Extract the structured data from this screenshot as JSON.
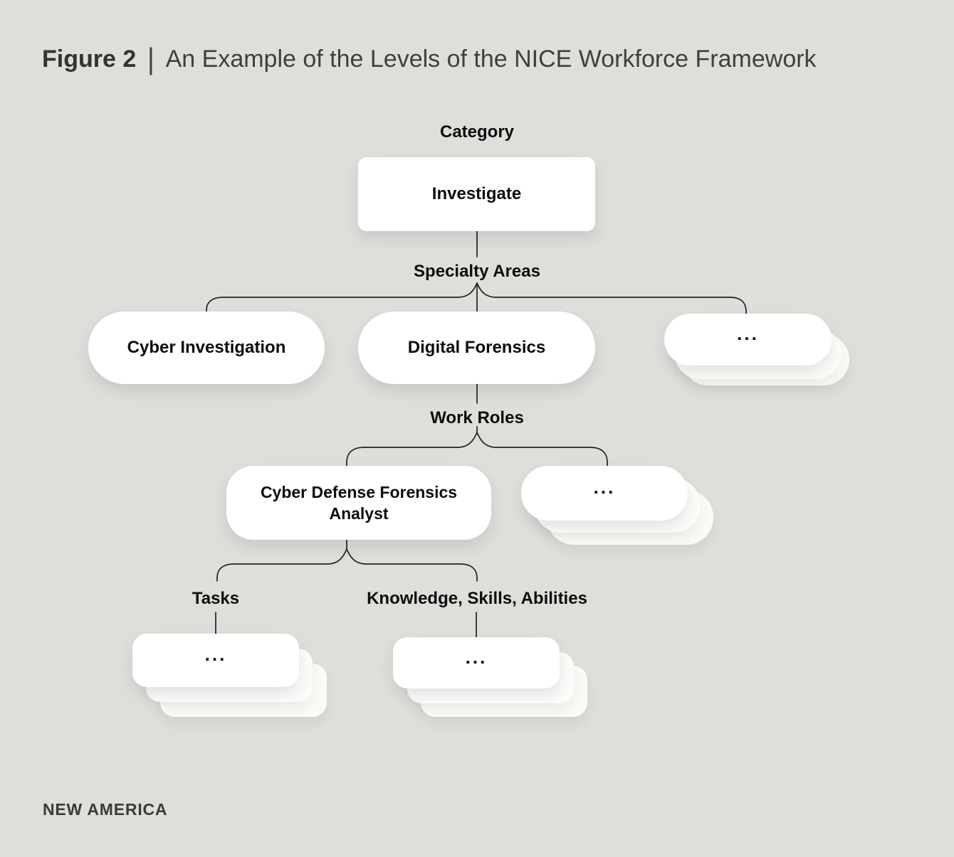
{
  "figure": {
    "label": "Figure 2",
    "divider": "|",
    "title": "An Example of the Levels of the NICE Workforce Framework"
  },
  "diagram": {
    "category_label": "Category",
    "category_node": "Investigate",
    "specialty_label": "Specialty Areas",
    "specialty_nodes": [
      "Cyber Investigation",
      "Digital Forensics"
    ],
    "specialty_more": "...",
    "work_roles_label": "Work Roles",
    "work_role_node": "Cyber Defense Forensics Analyst",
    "work_role_more": "...",
    "tasks_label": "Tasks",
    "tasks_more": "...",
    "ksa_label": "Knowledge, Skills, Abilities",
    "ksa_more": "..."
  },
  "footer": {
    "logo": "NEW AMERICA"
  },
  "colors": {
    "background": "#dfdedb",
    "card": "#ffffff",
    "node_text": "#0d0d0d",
    "title_text": "#3b3b3b",
    "line": "#222222"
  }
}
